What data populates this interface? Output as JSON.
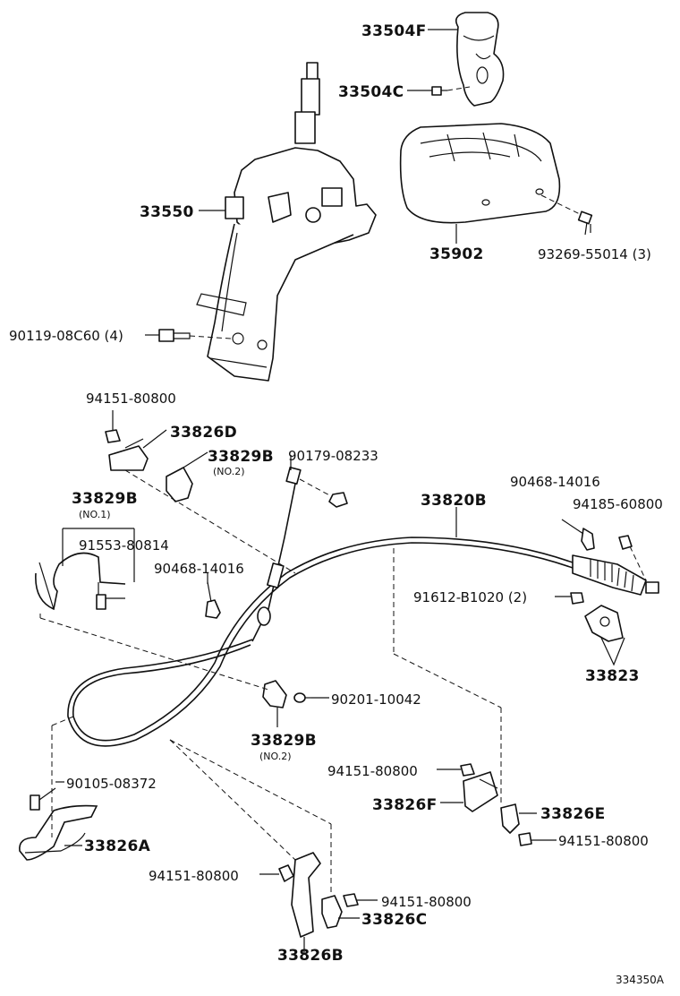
{
  "labels": {
    "p33504F": "33504F",
    "p33504C": "33504C",
    "p33550": "33550",
    "p35902": "35902",
    "p93269": "93269-55014 (3)",
    "p90119": "90119-08C60 (4)",
    "p94151_a": "94151-80800",
    "p33826D": "33826D",
    "p33829B_a": "33829B",
    "p33829B_a_sub": "(NO.2)",
    "p90179": "90179-08233",
    "p33829B_b": "33829B",
    "p33829B_b_sub": "(NO.1)",
    "p91553": "91553-80814",
    "p90468_a": "90468-14016",
    "p33820B": "33820B",
    "p90468_b": "90468-14016",
    "p94185": "94185-60800",
    "p91612": "91612-B1020 (2)",
    "p33823": "33823",
    "p90201": "90201-10042",
    "p33829B_c": "33829B",
    "p33829B_c_sub": "(NO.2)",
    "p94151_b": "94151-80800",
    "p33826F": "33826F",
    "p90105": "90105-08372",
    "p33826E": "33826E",
    "p94151_c": "94151-80800",
    "p33826A": "33826A",
    "p94151_d": "94151-80800",
    "p94151_e": "94151-80800",
    "p33826C": "33826C",
    "p33826B": "33826B",
    "drawing_code": "334350A"
  }
}
